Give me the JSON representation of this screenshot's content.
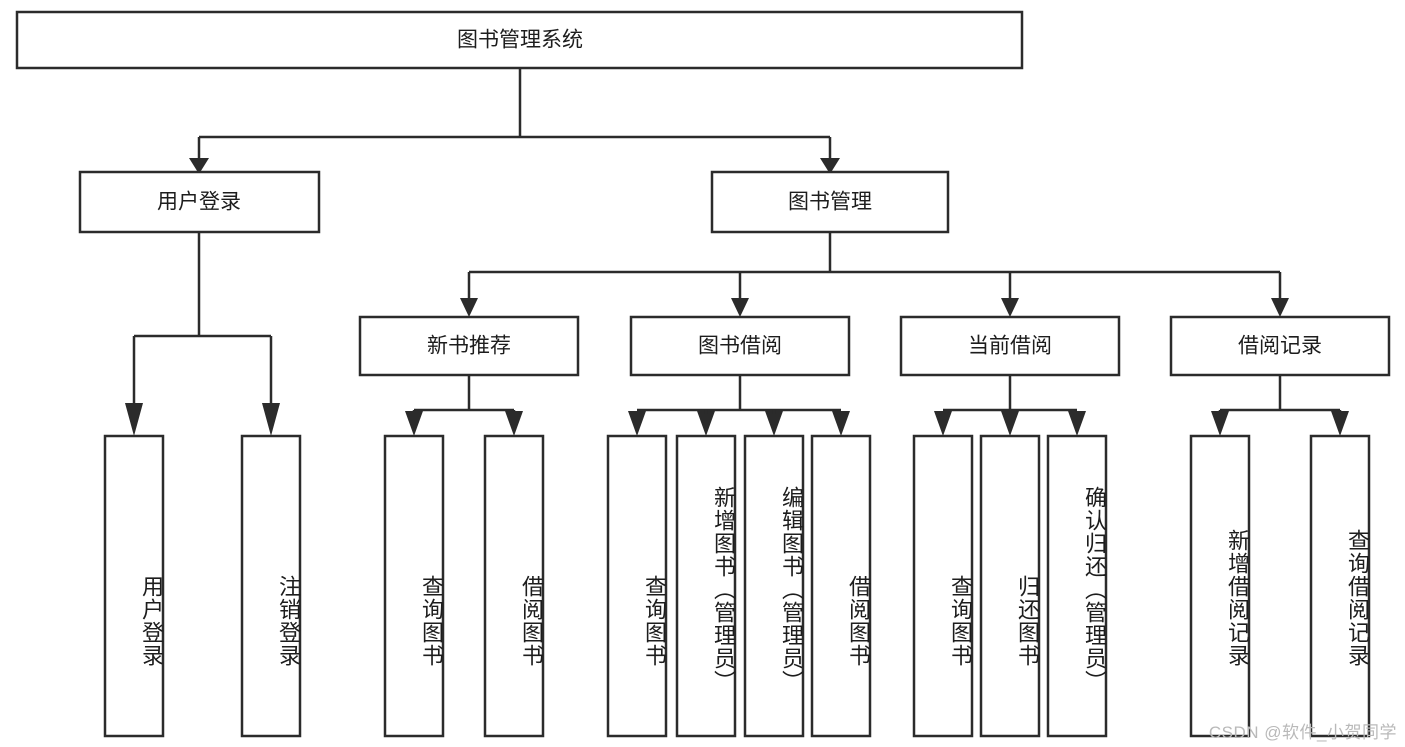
{
  "diagram": {
    "type": "tree-hierarchy",
    "title": "图书管理系统",
    "watermark": "CSDN @软件_小贺同学",
    "colors": {
      "stroke": "#2b2b2b",
      "fill": "#ffffff",
      "text": "#1d1d1d",
      "watermark": "#b9b9b9",
      "background": "#ffffff"
    },
    "levels": {
      "level1_label": "图书管理系统",
      "level2": [
        {
          "id": "user-login",
          "label": "用户登录"
        },
        {
          "id": "book-manage",
          "label": "图书管理"
        }
      ],
      "level3": [
        {
          "id": "new-book-recommend",
          "label": "新书推荐",
          "parent": "book-manage"
        },
        {
          "id": "book-borrow",
          "label": "图书借阅",
          "parent": "book-manage"
        },
        {
          "id": "current-borrow",
          "label": "当前借阅",
          "parent": "book-manage"
        },
        {
          "id": "borrow-record",
          "label": "借阅记录",
          "parent": "book-manage"
        }
      ],
      "leaves": [
        {
          "id": "leaf-user-login",
          "label": "用户登录",
          "parent": "user-login"
        },
        {
          "id": "leaf-logout-login",
          "label": "注销登录",
          "parent": "user-login"
        },
        {
          "id": "leaf-query-book-1",
          "label": "查询图书",
          "parent": "new-book-recommend"
        },
        {
          "id": "leaf-borrow-book-1",
          "label": "借阅图书",
          "parent": "new-book-recommend"
        },
        {
          "id": "leaf-query-book-2",
          "label": "查询图书",
          "parent": "book-borrow"
        },
        {
          "id": "leaf-add-book",
          "label": "新增图书（管理员）",
          "parent": "book-borrow"
        },
        {
          "id": "leaf-edit-book",
          "label": "编辑图书（管理员）",
          "parent": "book-borrow"
        },
        {
          "id": "leaf-borrow-book-2",
          "label": "借阅图书",
          "parent": "book-borrow"
        },
        {
          "id": "leaf-query-book-3",
          "label": "查询图书",
          "parent": "current-borrow"
        },
        {
          "id": "leaf-return-book",
          "label": "归还图书",
          "parent": "current-borrow"
        },
        {
          "id": "leaf-confirm-return",
          "label": "确认归还（管理员）",
          "parent": "current-borrow"
        },
        {
          "id": "leaf-add-record",
          "label": "新增借阅记录",
          "parent": "borrow-record"
        },
        {
          "id": "leaf-query-record",
          "label": "查询借阅记录",
          "parent": "borrow-record"
        }
      ]
    }
  }
}
